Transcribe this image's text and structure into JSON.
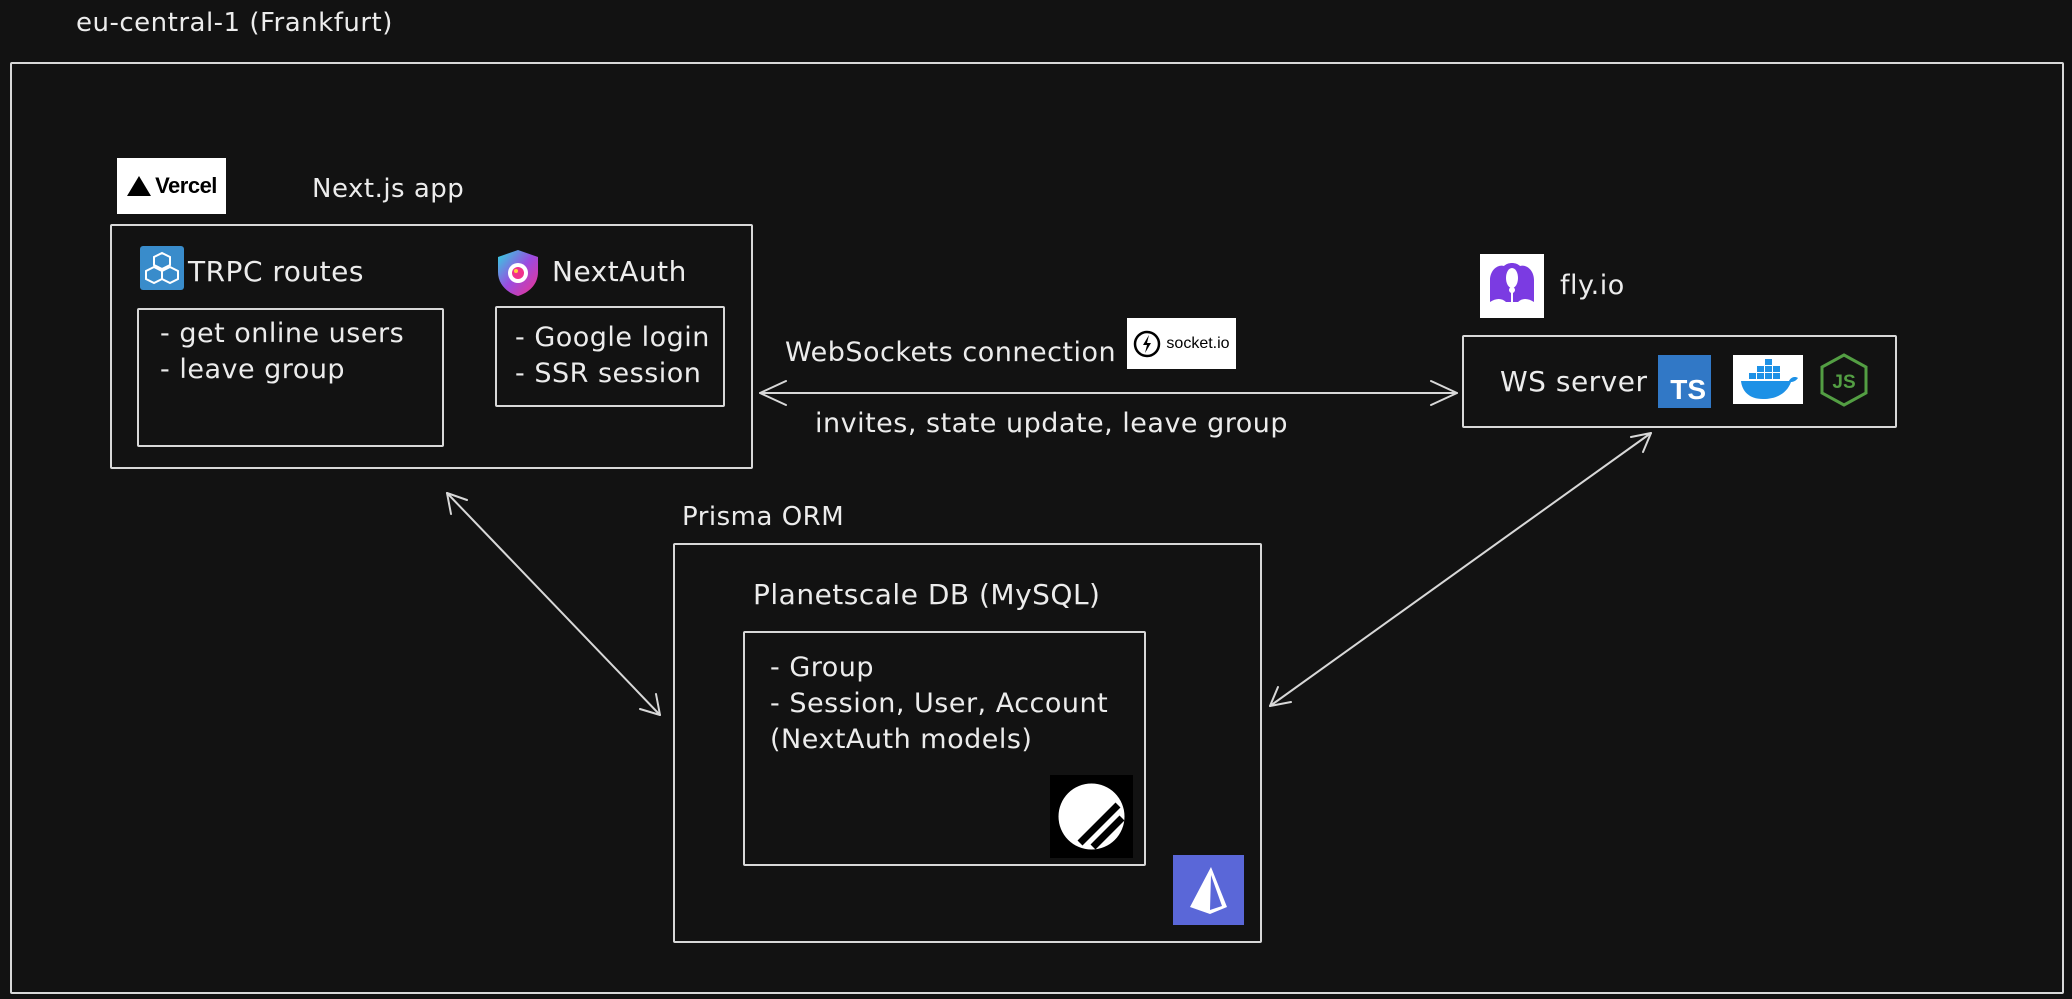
{
  "region": {
    "label": "eu-central-1 (Frankfurt)"
  },
  "nextjs": {
    "title": "Next.js app",
    "vercel_logo_text": "Vercel",
    "trpc": {
      "title": "TRPC routes",
      "items": [
        "- get online users",
        "- leave group"
      ]
    },
    "nextauth": {
      "title": "NextAuth",
      "items": [
        "- Google login",
        "- SSR session"
      ]
    }
  },
  "websocket": {
    "label": "WebSockets connection",
    "socketio_logo_text": "socket.io",
    "sublabel": "invites, state update, leave group"
  },
  "flyio": {
    "title": "fly.io",
    "server_label": "WS server",
    "ts_logo_text": "TS"
  },
  "database": {
    "orm_label": "Prisma ORM",
    "title": "Planetscale DB (MySQL)",
    "items": [
      "- Group",
      "- Session, User, Account",
      "(NextAuth models)"
    ]
  },
  "colors": {
    "background": "#121212",
    "stroke": "#d8d8d8",
    "text": "#ececec",
    "trpc_blue": "#398ccb",
    "ts_blue": "#3178c6",
    "docker_blue": "#1d91e6",
    "node_green": "#539e43",
    "prisma_indigo": "#5a67d8",
    "fly_purple": "#7b3be2"
  }
}
